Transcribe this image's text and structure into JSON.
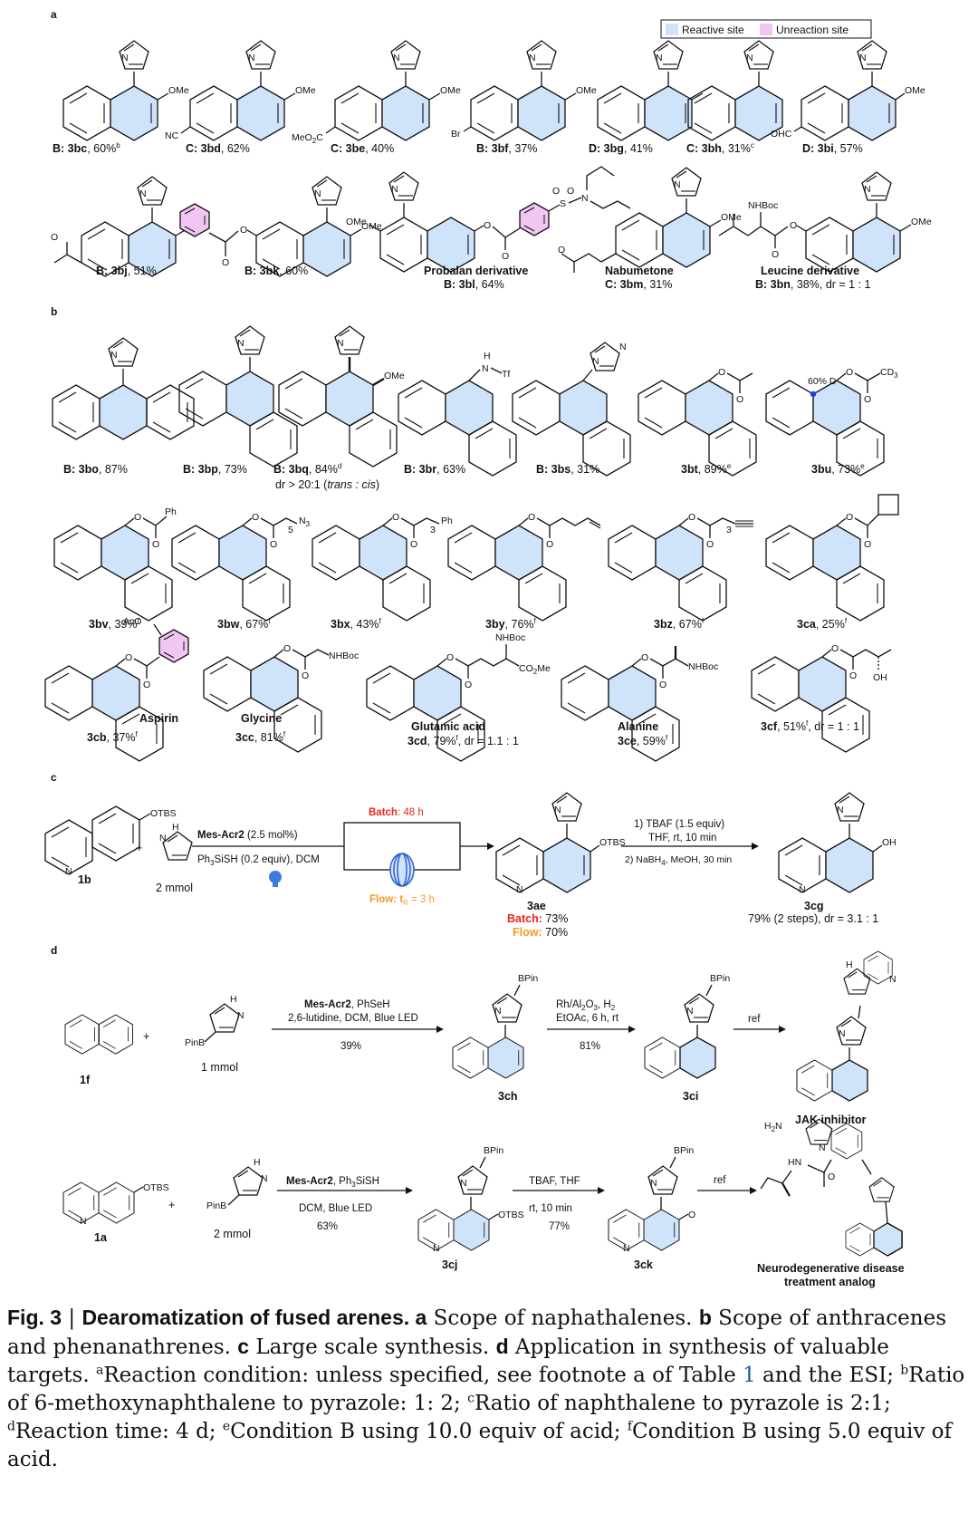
{
  "legend": {
    "reactive": "Reactive site",
    "unreaction": "Unreaction site"
  },
  "colors": {
    "reactive": "#cfe3fa",
    "unreaction": "#f2c6f2",
    "batch": "#e8291c",
    "flow": "#f59a23",
    "lamp": "#3a7be0",
    "coil": "#2f5fcf",
    "dot": "#1d3fd6"
  },
  "panels": {
    "a": "a",
    "b": "b",
    "c": "c",
    "d": "d"
  },
  "atoms": {
    "N": "N",
    "NH": "H",
    "OMe": "OMe",
    "NC": "NC",
    "MeO2C": "MeO",
    "MeO2C_sub": "2",
    "MeO2C_tail": "C",
    "Br": "Br",
    "OHC": "OHC",
    "O": "O",
    "S": "S",
    "NHBoc": "NHBoc",
    "Tf": "Tf",
    "CD3": "CD",
    "sub3": "3",
    "Ph": "Ph",
    "N3": "N",
    "AcO": "AcO",
    "CO2Me": "CO",
    "CO2Me_tail": "Me",
    "sub2": "2",
    "OH": "OH",
    "OTBS": "OTBS",
    "BPin": "BPin",
    "PinB": "PinB",
    "H2N": "H",
    "H2N_tail": "N",
    "HN": "HN",
    "D": "60% D",
    "n5": "5",
    "n3": "3"
  },
  "panel_a": [
    {
      "prefix": "B: ",
      "id": "3bc",
      "yield": ", 60%",
      "sup": "b"
    },
    {
      "prefix": "C: ",
      "id": "3bd",
      "yield": ", 62%",
      "sup": ""
    },
    {
      "prefix": "C: ",
      "id": "3be",
      "yield": ", 40%",
      "sup": ""
    },
    {
      "prefix": "B: ",
      "id": "3bf",
      "yield": ", 37%",
      "sup": ""
    },
    {
      "prefix": "D: ",
      "id": "3bg",
      "yield": ", 41%",
      "sup": ""
    },
    {
      "prefix": "C: ",
      "id": "3bh",
      "yield": ", 31%",
      "sup": "c"
    },
    {
      "prefix": "D: ",
      "id": "3bi",
      "yield": ", 57%",
      "sup": ""
    },
    {
      "prefix": "B: ",
      "id": "3bj",
      "yield": ", 51%",
      "sup": ""
    },
    {
      "prefix": "B: ",
      "id": "3bk",
      "yield": ", 60%",
      "sup": ""
    },
    {
      "name": "Probalan derivative",
      "prefix": "B: ",
      "id": "3bl",
      "yield": ", 64%",
      "sup": ""
    },
    {
      "name": "Nabumetone",
      "prefix": "C: ",
      "id": "3bm",
      "yield": ", 31%",
      "sup": ""
    },
    {
      "name": "Leucine derivative",
      "prefix": "B: ",
      "id": "3bn",
      "yield": ", 38%, dr = 1 : 1",
      "sup": ""
    }
  ],
  "panel_b": [
    {
      "prefix": "B: ",
      "id": "3bo",
      "yield": ", 87%",
      "sup": ""
    },
    {
      "prefix": "B: ",
      "id": "3bp",
      "yield": ", 73%",
      "sup": ""
    },
    {
      "prefix": "B: ",
      "id": "3bq",
      "yield": ", 84%",
      "sup": "d",
      "note1": "dr > 20:1 (",
      "note2": "trans : cis",
      "note3": ")"
    },
    {
      "prefix": "B: ",
      "id": "3br",
      "yield": ", 63%",
      "sup": ""
    },
    {
      "prefix": "B: ",
      "id": "3bs",
      "yield": ", 31%",
      "sup": ""
    },
    {
      "prefix": "",
      "id": "3bt",
      "yield": ", 89%",
      "sup": "e"
    },
    {
      "prefix": "",
      "id": "3bu",
      "yield": ", 73%",
      "sup": "e"
    },
    {
      "prefix": "",
      "id": "3bv",
      "yield": ", 39%",
      "sup": "f"
    },
    {
      "prefix": "",
      "id": "3bw",
      "yield": ", 67%",
      "sup": "f"
    },
    {
      "prefix": "",
      "id": "3bx",
      "yield": ", 43%",
      "sup": "f"
    },
    {
      "prefix": "",
      "id": "3by",
      "yield": ", 76%",
      "sup": "f"
    },
    {
      "prefix": "",
      "id": "3bz",
      "yield": ", 67%",
      "sup": "f"
    },
    {
      "prefix": "",
      "id": "3ca",
      "yield": ", 25%",
      "sup": "f"
    },
    {
      "name": "Aspirin",
      "prefix": "",
      "id": "3cb",
      "yield": ", 37%",
      "sup": "f"
    },
    {
      "name": "Glycine",
      "prefix": "",
      "id": "3cc",
      "yield": ", 81%",
      "sup": "f"
    },
    {
      "name": "Glutamic acid",
      "prefix": "",
      "id": "3cd",
      "yield": ", 79%",
      "sup": "f",
      "tail": ", dr = 1.1 : 1"
    },
    {
      "name": "Alanine",
      "prefix": "",
      "id": "3ce",
      "yield": ", 59%",
      "sup": "f"
    },
    {
      "prefix": "",
      "id": "3cf",
      "yield": ", 51%",
      "sup": "f",
      "tail": ", dr = 1 : 1"
    }
  ],
  "panel_c": {
    "sm": "1b",
    "pyrazole_amount": "2 mmol",
    "plus": "+",
    "cat_bold": "Mes-Acr2",
    "cat_rest": " (2.5 mol%)",
    "reagent_a": "Ph",
    "reagent_sub": "3",
    "reagent_b": "SiSH (0.2 equiv), DCM",
    "batch_label": "Batch",
    "batch_time": ": 48 h",
    "flow_a": "Flow: t",
    "flow_sub": "R",
    "flow_b": " = 3 h",
    "product": "3ae",
    "product_yield": " 73%",
    "product_yield_flow": " 70%",
    "step1": "1) TBAF (1.5 equiv)",
    "step1b": "THF, rt, 10 min",
    "step2a": "2) NaBH",
    "step2sub": "4",
    "step2b": ", MeOH, 30 min",
    "final": "3cg",
    "final_yield": "79% (2 steps), dr = 3.1 : 1"
  },
  "panel_d": {
    "row1": {
      "sm": "1f",
      "reagent_amount": "1 mmol",
      "plus": "+",
      "cond_bold": "Mes-Acr2",
      "cond_rest": ", PhSeH",
      "cond2": "2,6-lutidine, DCM, Blue LED",
      "yield1": "39%",
      "int": "3ch",
      "cond3a": "Rh/Al",
      "cond3sub1": "2",
      "cond3b": "O",
      "cond3sub2": "3",
      "cond3c": ", H",
      "cond3sub3": "2",
      "cond4": "EtOAc, 6 h, rt",
      "yield2": "81%",
      "prod": "3ci",
      "ref": "ref",
      "target": "JAK inhibitor"
    },
    "row2": {
      "sm": "1a",
      "reagent_amount": "2 mmol",
      "plus": "+",
      "cond_bold": "Mes-Acr2",
      "cond_rest": ", Ph",
      "cond_sub": "3",
      "cond_rest2": "SiSH",
      "cond2": "DCM, Blue LED",
      "yield1": "63%",
      "int": "3cj",
      "cond3": "TBAF, THF",
      "cond4": "rt, 10 min",
      "yield2": "77%",
      "prod": "3ck",
      "ref": "ref",
      "target1": "Neurodegenerative disease",
      "target2": "treatment analog"
    }
  },
  "caption": {
    "fig": "Fig. 3",
    "sep": " | ",
    "title": "Dearomatization of fused arenes.",
    "a": " a",
    "a_text": " Scope of naphathalenes. ",
    "b": "b",
    "b_text": " Scope of anthracenes and phenanathrenes. ",
    "c": "c",
    "c_text": " Large scale synthesis. ",
    "d": "d",
    "d_text": " Application in synthesis of valuable targets. ",
    "fa": "a",
    "fa_text": "Reaction condition: unless specified, see footnote a of Table ",
    "table_ref": "1",
    "fa_text2": " and the ESI; ",
    "fb": "b",
    "fb_text": "Ratio of 6-methoxynaphthalene to pyrazole: 1: 2; ",
    "fc": "c",
    "fc_text": "Ratio of naphthalene to pyrazole is 2:1; ",
    "fd": "d",
    "fd_text": "Reaction time: 4 d; ",
    "fe": "e",
    "fe_text": "Condition B using 10.0 equiv of acid; ",
    "ff": "f",
    "ff_text": "Condition B using 5.0 equiv of acid."
  }
}
